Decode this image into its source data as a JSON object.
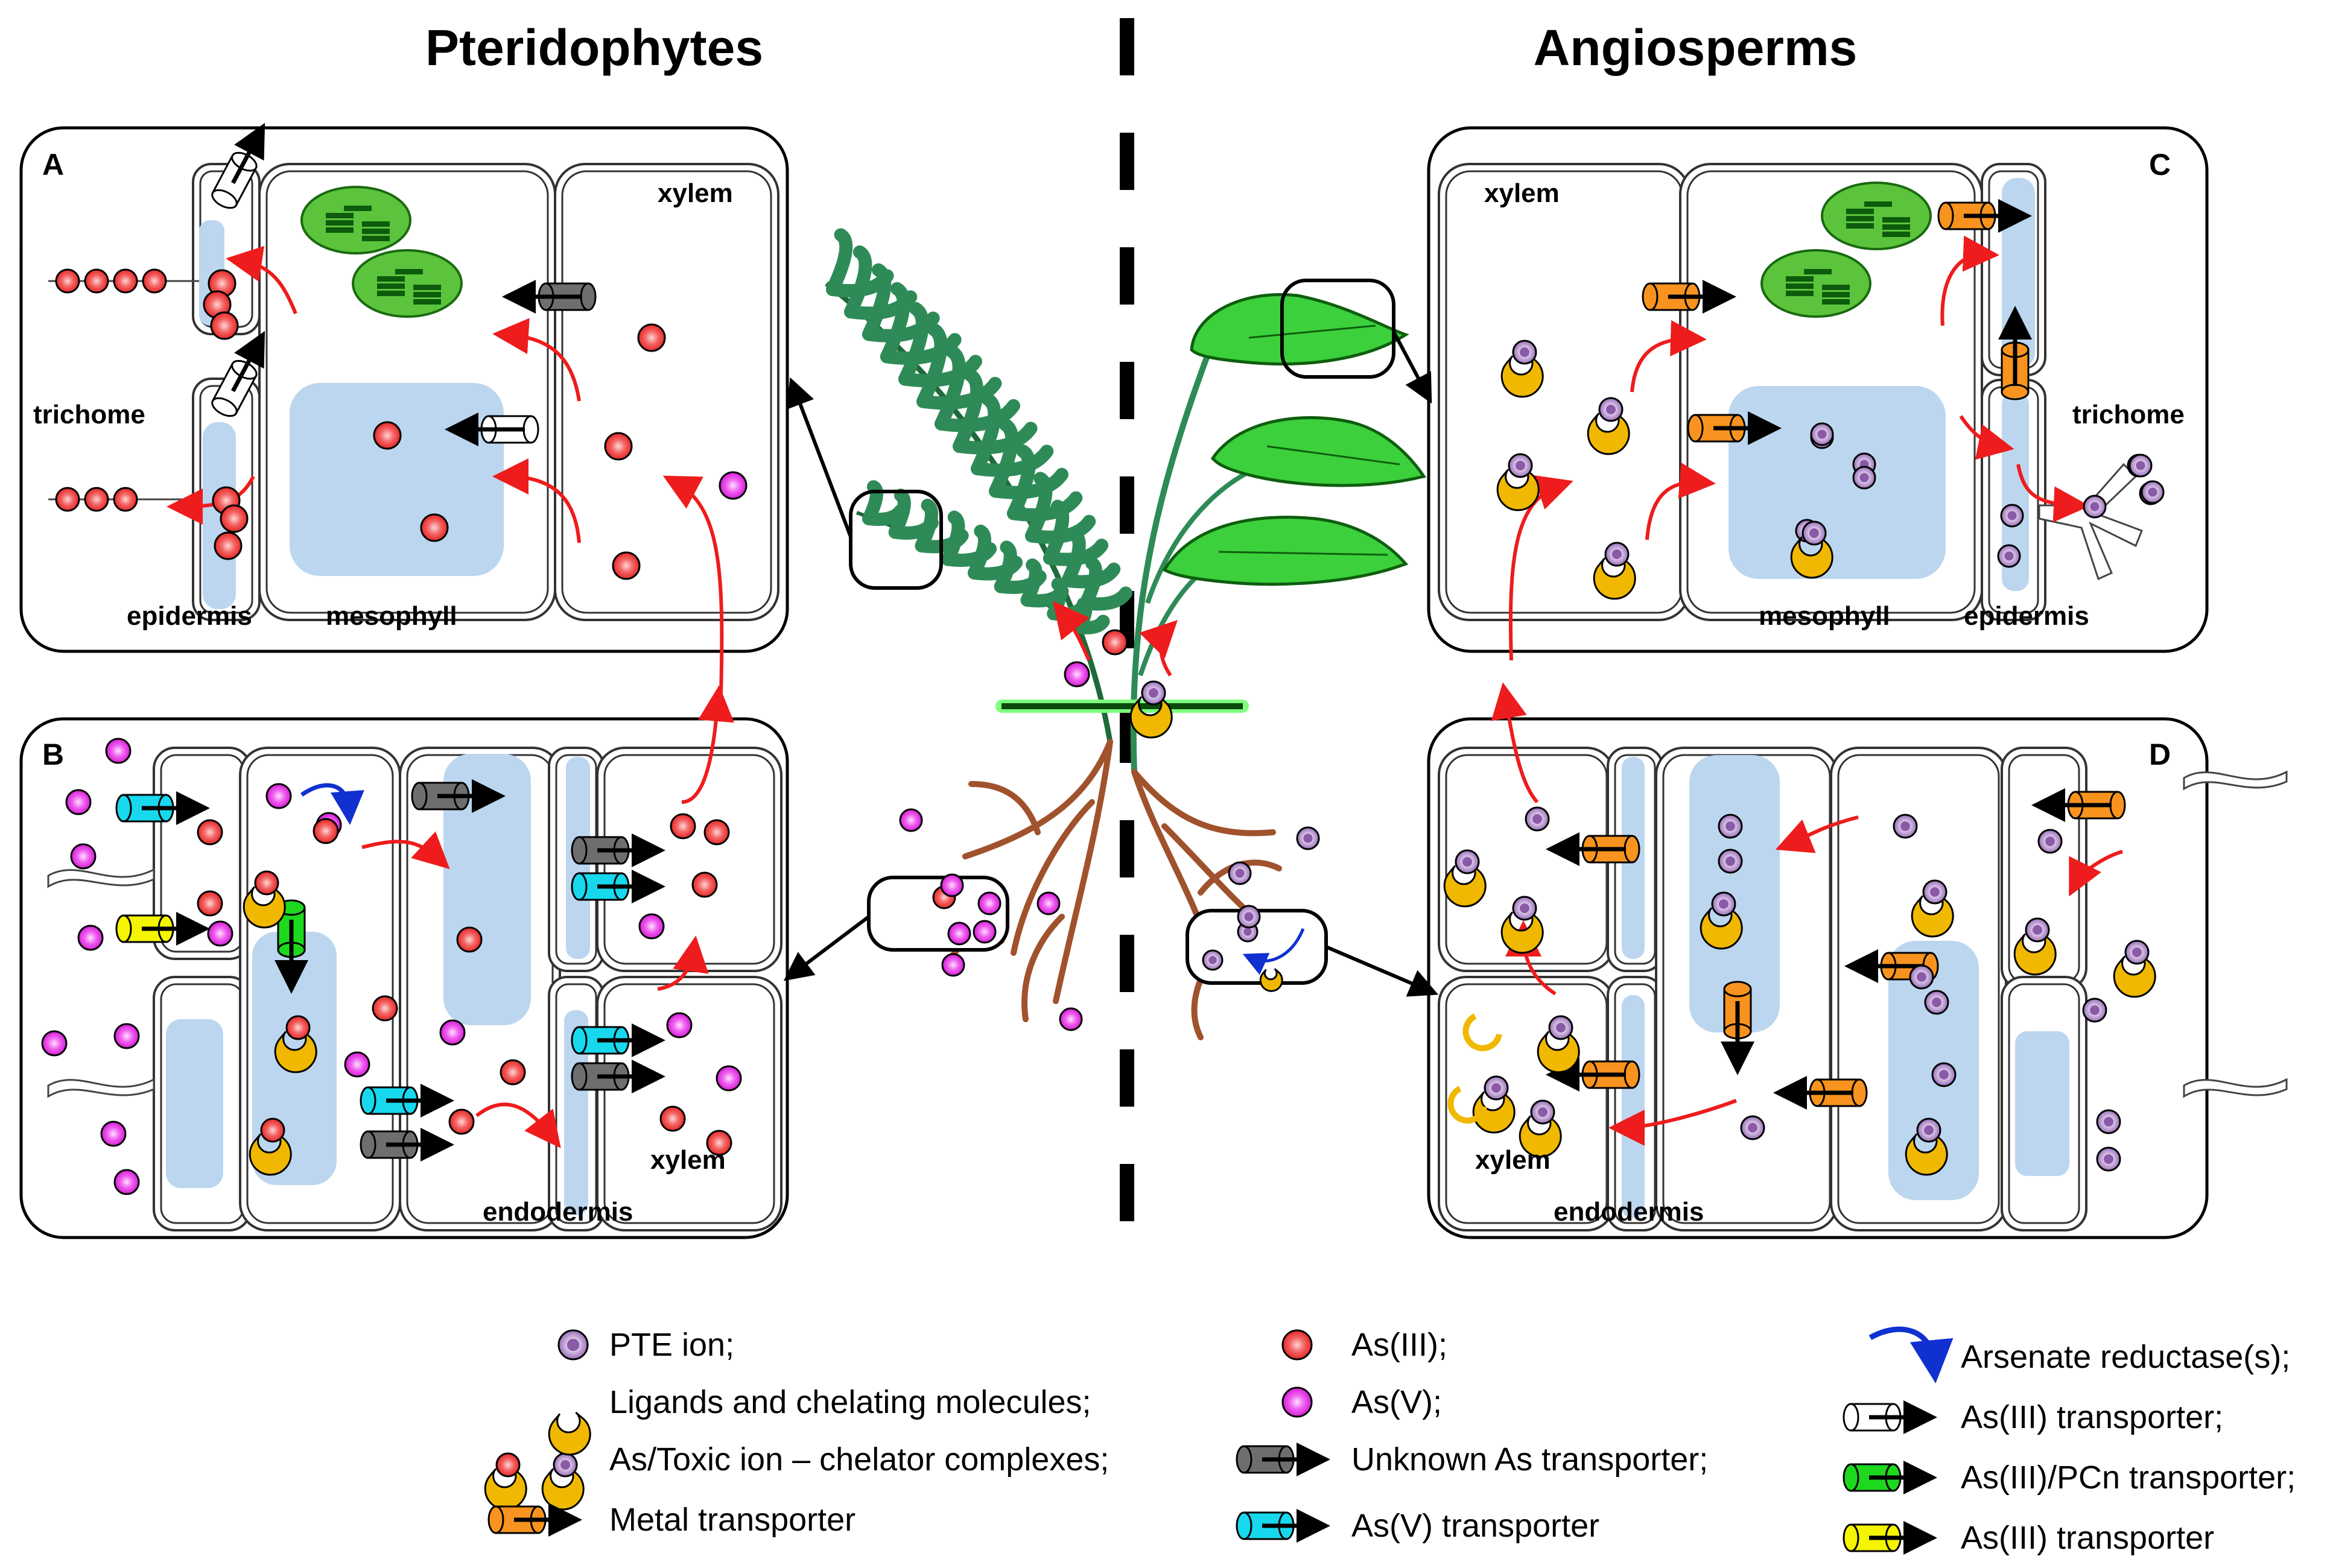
{
  "headings": {
    "left": "Pteridophytes",
    "right": "Angiosperms"
  },
  "panels": {
    "A": {
      "letter": "A",
      "labels": {
        "xylem": "xylem",
        "trichome": "trichome",
        "epidermis": "epidermis",
        "mesophyll": "mesophyll"
      }
    },
    "B": {
      "letter": "B",
      "labels": {
        "xylem": "xylem",
        "endodermis": "endodermis"
      }
    },
    "C": {
      "letter": "C",
      "labels": {
        "xylem": "xylem",
        "trichome": "trichome",
        "mesophyll": "mesophyll",
        "epidermis": "epidermis"
      }
    },
    "D": {
      "letter": "D",
      "labels": {
        "xylem": "xylem",
        "endodermis": "endodermis"
      }
    }
  },
  "legend": {
    "col1": [
      "PTE ion;",
      "Ligands and chelating molecules;",
      "As/Toxic ion – chelator complexes;",
      "Metal transporter"
    ],
    "col2": [
      "As(III);",
      "As(V);",
      "Unknown As transporter;",
      "As(V) transporter"
    ],
    "col3": [
      "Arsenate reductase(s);",
      "As(III) transporter;",
      "As(III)/PCn transporter;",
      "As(III) transporter"
    ]
  },
  "colors": {
    "as3": "#ee2a2a",
    "as5": "#e010e0",
    "pte": "#8a5aa8",
    "chelator": "#f0b800",
    "metal_transporter": "#f7931e",
    "unknown_transporter": "#6e6e6e",
    "as5_transporter": "#18d8ee",
    "as3pc_transporter": "#1ed81e",
    "as3_yellow_transporter": "#f5f500",
    "vacuole": "#bcd6ef",
    "chloroplast": "#5cc43c",
    "root": "#a0522d",
    "arrow": "#ee1c1c",
    "reductase_arrow": "#1030d0"
  },
  "icons": [
    "cylinder-transporter-icon",
    "ion-sphere-icon",
    "chelator-arc-icon",
    "chloroplast-icon",
    "fern-icon",
    "leaf-icon",
    "root-icon"
  ]
}
